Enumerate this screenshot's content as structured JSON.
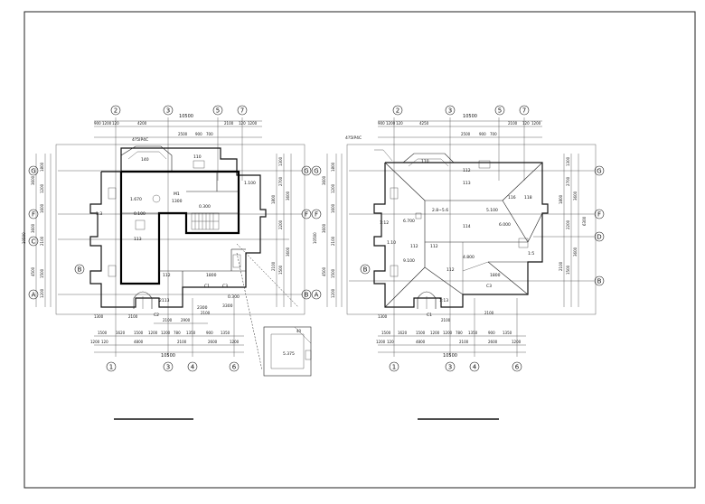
{
  "left_plan": {
    "overall_top": "10500",
    "overall_bottom": "10500",
    "top_dims": [
      "900",
      "1200",
      "120",
      "4200",
      "2500",
      "900",
      "700",
      "2100",
      "120",
      "1200"
    ],
    "bottom_dims_1": [
      "2100",
      "2900"
    ],
    "bottom_dims_2": [
      "1500",
      "1620",
      "1500",
      "1200",
      "1200",
      "780",
      "1350",
      "900",
      "1350"
    ],
    "bottom_dims_3": [
      "1200",
      "120",
      "4800",
      "2100",
      "2600",
      "1200"
    ],
    "bottom_misc": [
      "1300",
      "2100",
      "2100"
    ],
    "left_dims": [
      "3600",
      "1800",
      "1200",
      "1600",
      "3600",
      "2100",
      "4500",
      "1500",
      "1200",
      "10500"
    ],
    "right_dims": [
      "1300",
      "2700",
      "1800",
      "3600",
      "2200",
      "3600",
      "1500",
      "2100"
    ],
    "annotations": [
      "4?5IP4C",
      "140",
      "110",
      "1.670",
      "M1",
      "1300",
      "1:3",
      "113",
      "112",
      "1800",
      "C1",
      "C2",
      "C3",
      "0.100",
      "0.300",
      "1.100",
      "2113",
      "2300",
      "0.300",
      "3300"
    ],
    "inset_label": "5.375",
    "inset_corner": "40"
  },
  "right_plan": {
    "overall_top": "10500",
    "overall_bottom": "10500",
    "top_dims": [
      "900",
      "1200",
      "120",
      "4250",
      "2500",
      "900",
      "700",
      "2100",
      "120",
      "1200"
    ],
    "bottom_dims_2": [
      "1500",
      "1620",
      "1500",
      "1200",
      "1200",
      "780",
      "1350",
      "900",
      "1350"
    ],
    "bottom_dims_3": [
      "1200",
      "120",
      "4800",
      "2100",
      "2600",
      "1200"
    ],
    "bottom_misc": [
      "1300",
      "2100",
      "2100"
    ],
    "left_dims": [
      "3600",
      "1800",
      "1200",
      "1600",
      "3600",
      "2100",
      "4500",
      "1500",
      "1200",
      "10500"
    ],
    "right_dims": [
      "1300",
      "2700",
      "1800",
      "3600",
      "2200",
      "6300",
      "3600",
      "1500",
      "2100"
    ],
    "annotations": [
      "4?5IP4C",
      "110",
      "112",
      "113",
      "116",
      "118",
      "114",
      "112",
      "112",
      "5.100",
      "2.8~5.6",
      "6.700",
      "4.800",
      "9.100",
      "6.000",
      "1800",
      "C1",
      "C3",
      "1:12",
      "1:13",
      "1:5",
      "112",
      "1.10"
    ]
  },
  "axis_bubbles": {
    "top": [
      "2",
      "3",
      "5",
      "7"
    ],
    "bottom": [
      "1",
      "3",
      "4",
      "6"
    ],
    "left": [
      "G",
      "F",
      "C",
      "B",
      "A"
    ],
    "right": [
      "G",
      "F",
      "D",
      "B"
    ]
  },
  "colors": {
    "ink": "#111111",
    "paper": "#ffffff"
  }
}
